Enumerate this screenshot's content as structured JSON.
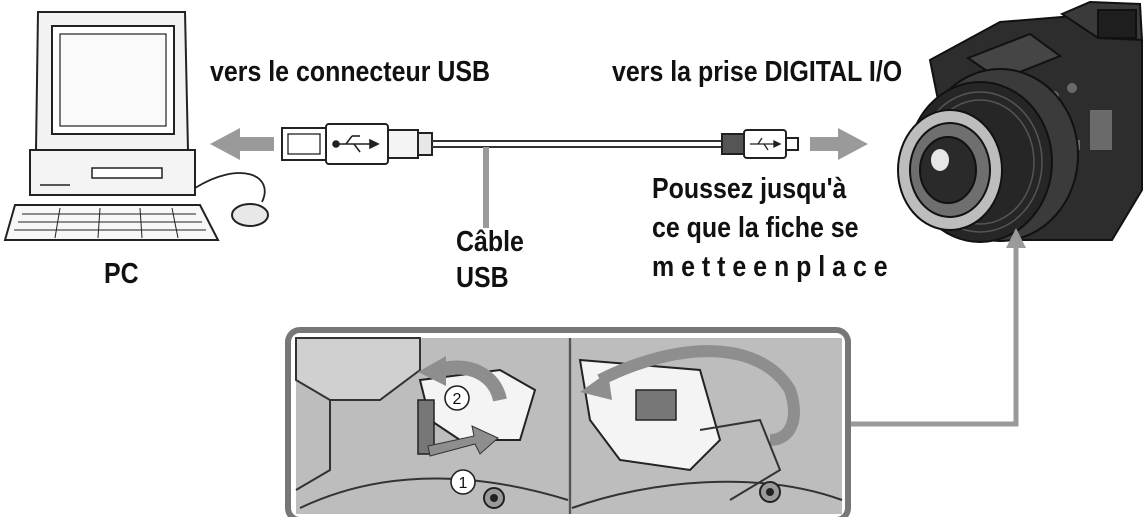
{
  "labels": {
    "usb_connector": "vers le connecteur USB",
    "digital_io": "vers la prise DIGITAL I/O",
    "push_line1": "Poussez jusqu'à",
    "push_line2": "ce que la fiche se",
    "push_line3": "m e t t e e n p l a c e",
    "cable_line1": "Câble",
    "cable_line2": "USB",
    "pc": "PC"
  },
  "steps": {
    "step1": "1",
    "step2": "2"
  },
  "colors": {
    "arrow_gray": "#9a9a9a",
    "line": "#555555",
    "photo_gray": "#b9b9b9",
    "ink": "#111111"
  }
}
